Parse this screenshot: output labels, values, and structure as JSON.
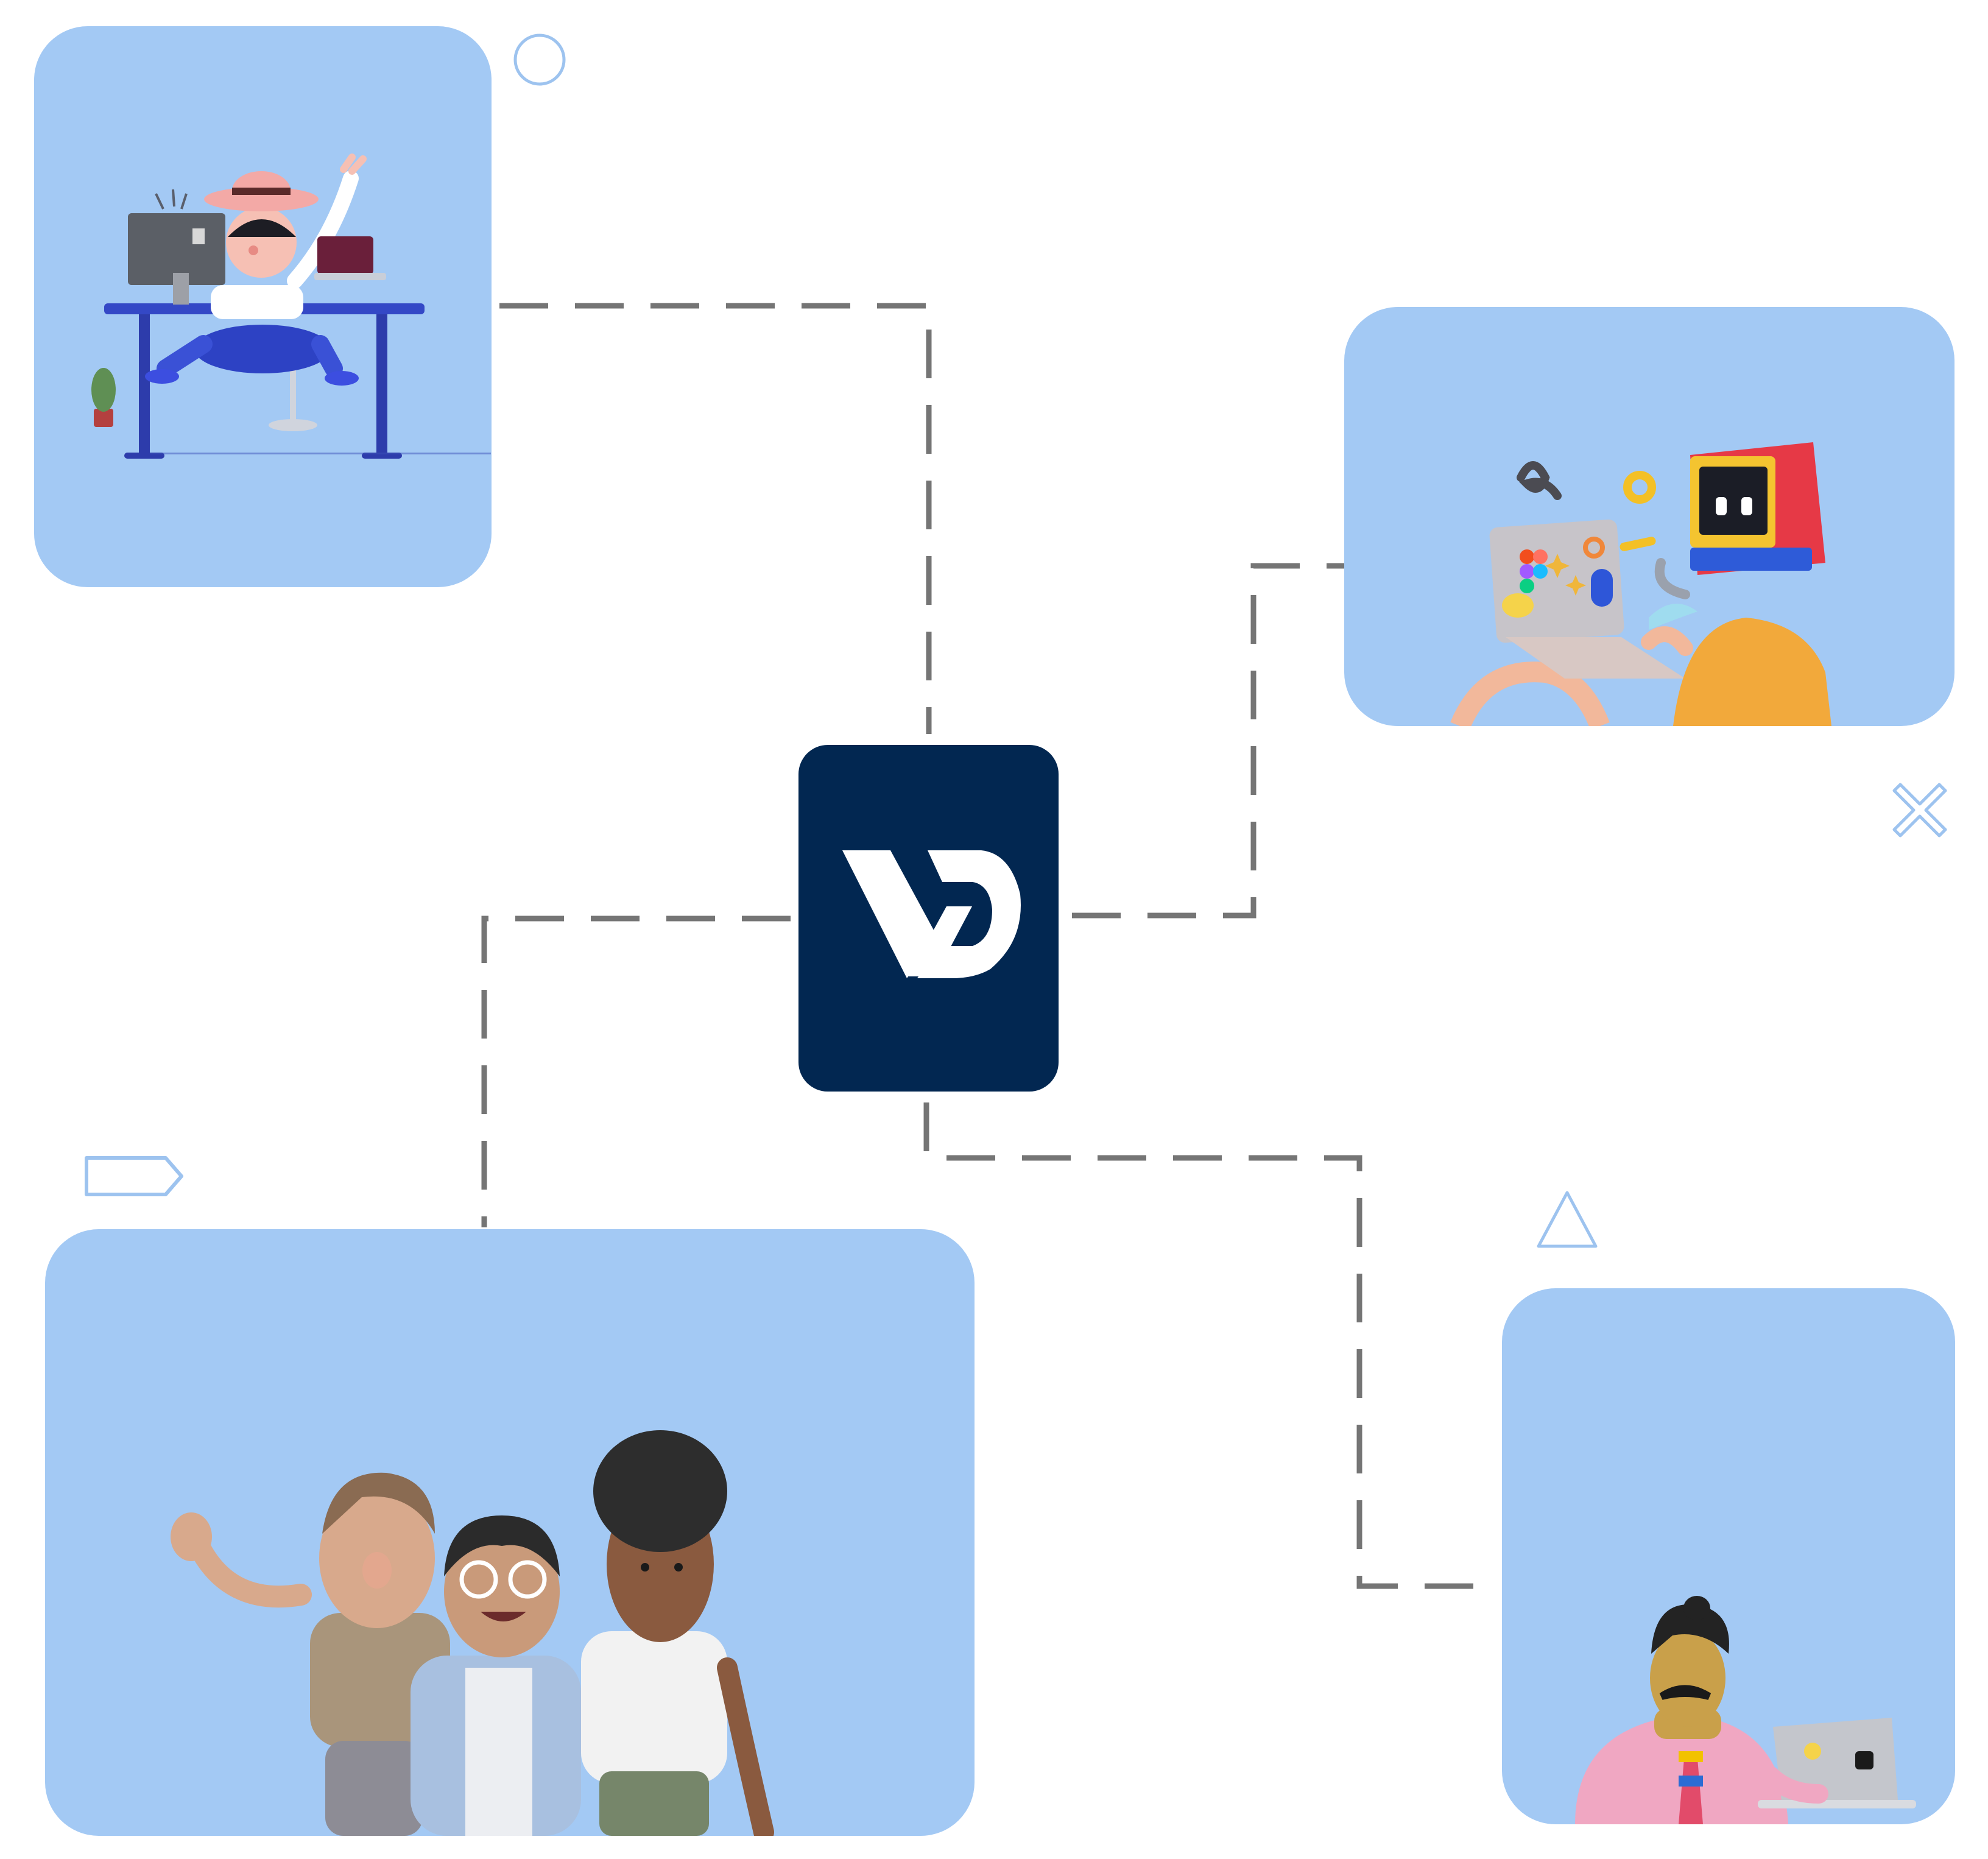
{
  "colors": {
    "card_background": "#a3c9f4",
    "logo_background": "#022751",
    "logo_mark": "#ffffff",
    "connector": "#757575",
    "decoration_stroke": "#9dc3ef"
  },
  "logo": {
    "mark": "VD",
    "icon": "vd-logo-icon"
  },
  "cards": [
    {
      "id": "desk-worker",
      "icon": "person-at-desk-illustration"
    },
    {
      "id": "creative-tools",
      "icon": "creative-tools-illustration"
    },
    {
      "id": "team",
      "icon": "three-people-illustration"
    },
    {
      "id": "presenter",
      "icon": "man-with-laptop-illustration"
    }
  ],
  "decorations": [
    "circle-outline-icon",
    "cross-outline-icon",
    "tag-outline-icon",
    "triangle-outline-icon"
  ]
}
